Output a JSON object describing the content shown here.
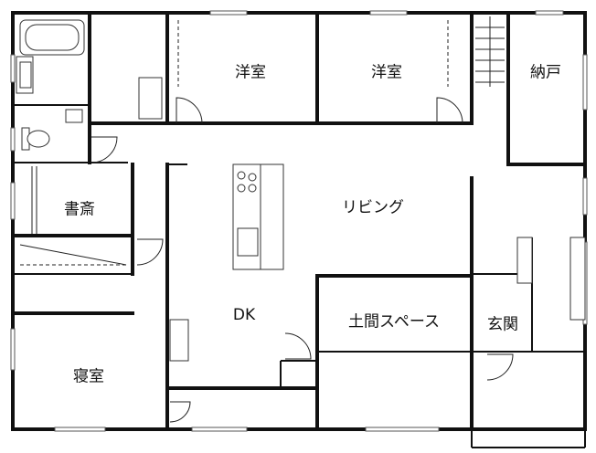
{
  "rooms": {
    "western_room_1": "洋室",
    "western_room_2": "洋室",
    "storage": "納戸",
    "study": "書斎",
    "living": "リビング",
    "dining_kitchen": "DK",
    "earthen_space": "土間スペース",
    "entrance": "玄関",
    "bedroom": "寝室"
  }
}
